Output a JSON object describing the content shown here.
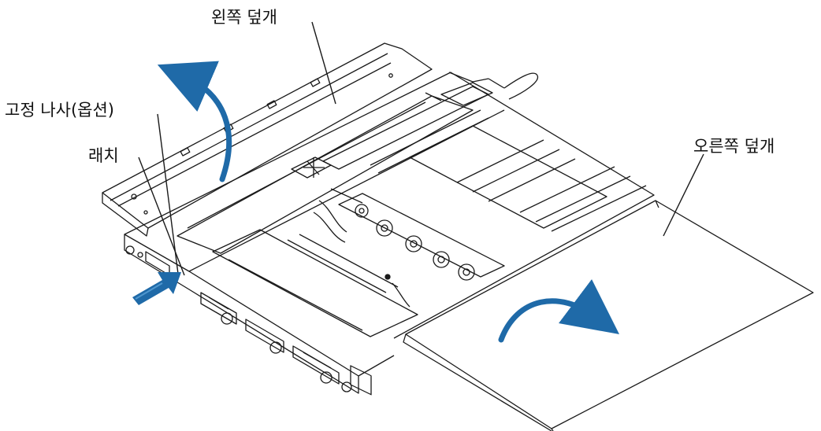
{
  "labels": {
    "left_cover": "왼쪽 덮개",
    "screw": "고정 나사(옵션)",
    "latch": "래치",
    "right_cover": "오른쪽 덮개"
  },
  "colors": {
    "line": "#1a1a1a",
    "arrow": "#1f6aa8",
    "arrow_light": "#4f97cf"
  }
}
